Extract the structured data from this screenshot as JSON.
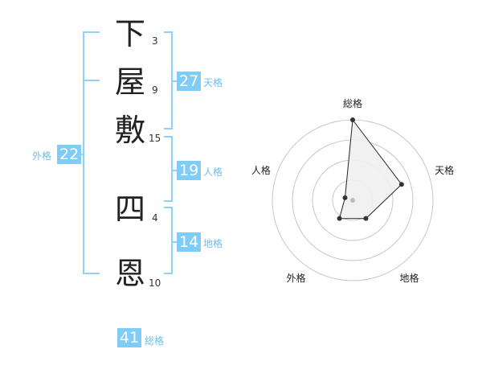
{
  "name_chars": [
    {
      "char": "下",
      "strokes": "3"
    },
    {
      "char": "屋",
      "strokes": "9"
    },
    {
      "char": "敷",
      "strokes": "15"
    },
    {
      "char": "四",
      "strokes": "4"
    },
    {
      "char": "恩",
      "strokes": "10"
    }
  ],
  "fortunes": {
    "tenkaku": {
      "value": "27",
      "label": "天格"
    },
    "jinkaku": {
      "value": "19",
      "label": "人格"
    },
    "chikaku": {
      "value": "14",
      "label": "地格"
    },
    "gaikaku": {
      "value": "22",
      "label": "外格"
    },
    "soukaku": {
      "value": "41",
      "label": "総格"
    }
  },
  "colors": {
    "accent": "#7fccf6",
    "accent_text": "#6cbfe8",
    "bracket": "#8fd2f7",
    "radar_fill": "#f0f0f0",
    "radar_stroke": "#222222"
  },
  "chart_data": {
    "type": "radar",
    "axes": [
      "総格",
      "天格",
      "地格",
      "外格",
      "人格"
    ],
    "values": [
      1.0,
      0.6,
      0.2,
      0.2,
      0.0
    ],
    "rings": 4
  }
}
